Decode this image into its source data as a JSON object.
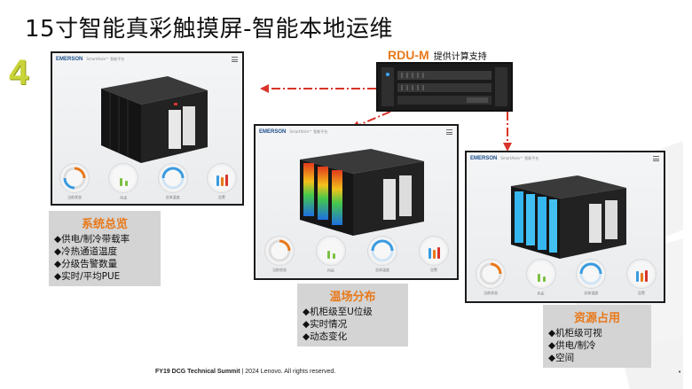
{
  "title": "15寸智能真彩触摸屏-智能本地运维",
  "slide_number": "4",
  "server": {
    "name": "RDU-M",
    "caption": "提供计算支持"
  },
  "screens": {
    "brand": "EMERSON",
    "brand_sub": "SmartAisle™ 智能平台",
    "gauge_labels": [
      "当前状态",
      "PUE",
      "总体温度",
      "告警"
    ]
  },
  "boxes": {
    "overview": {
      "heading": "系统总览",
      "items": [
        "◆供电/制冷带载率",
        "◆冷热通道温度",
        "◆分级告警数量",
        "◆实时/平均PUE"
      ]
    },
    "thermal": {
      "heading": "温场分布",
      "items": [
        "◆机柜级至U位级",
        "◆实时情况",
        "◆动态变化"
      ]
    },
    "resource": {
      "heading": "资源占用",
      "items": [
        "◆机柜级可视",
        "◆供电/制冷",
        "◆空间"
      ]
    }
  },
  "footer": {
    "event": "FY19 DCG Technical Summit",
    "separator": " | ",
    "copyright": "2024 Lenovo. All rights reserved."
  },
  "colors": {
    "accent": "#e8791a",
    "arrow": "#d9342b",
    "slide_number": "#c9d43a"
  }
}
